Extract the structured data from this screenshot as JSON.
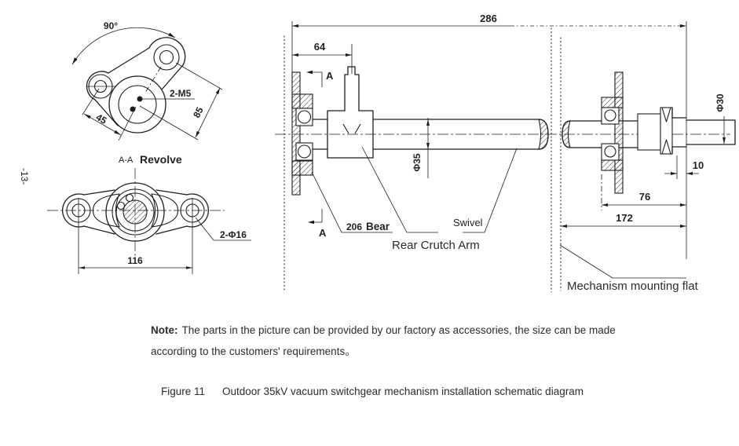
{
  "page_number": "-13-",
  "crank_view": {
    "angle": "90°",
    "thread": "2-M5",
    "dim_across": "45",
    "dim_along": "85"
  },
  "section": {
    "ref": "A-A",
    "name": "Revolve"
  },
  "flange_view": {
    "span": "116",
    "holes": "2-Φ16"
  },
  "assembly": {
    "dims": {
      "overall": "286",
      "arm_offset": "64",
      "shaft_dia": "Φ35",
      "out_dia": "Φ30",
      "shoulder": "10",
      "bearing_span": "76",
      "panel_span": "172"
    },
    "section_marker": "A",
    "labels": {
      "bearing_no": "206",
      "bearing": "Bear",
      "swivel": "Swivel",
      "crutch_arm": "Rear Crutch Arm",
      "mounting": "Mechanism mounting flat"
    }
  },
  "note": {
    "label": "Note:",
    "line1": "The parts in the picture can be provided by our factory as accessories, the size can be made",
    "line2": "according to the customers' requirements。"
  },
  "caption": {
    "prefix": "Figure 11",
    "text": "Outdoor 35kV vacuum switchgear mechanism installation schematic diagram"
  }
}
